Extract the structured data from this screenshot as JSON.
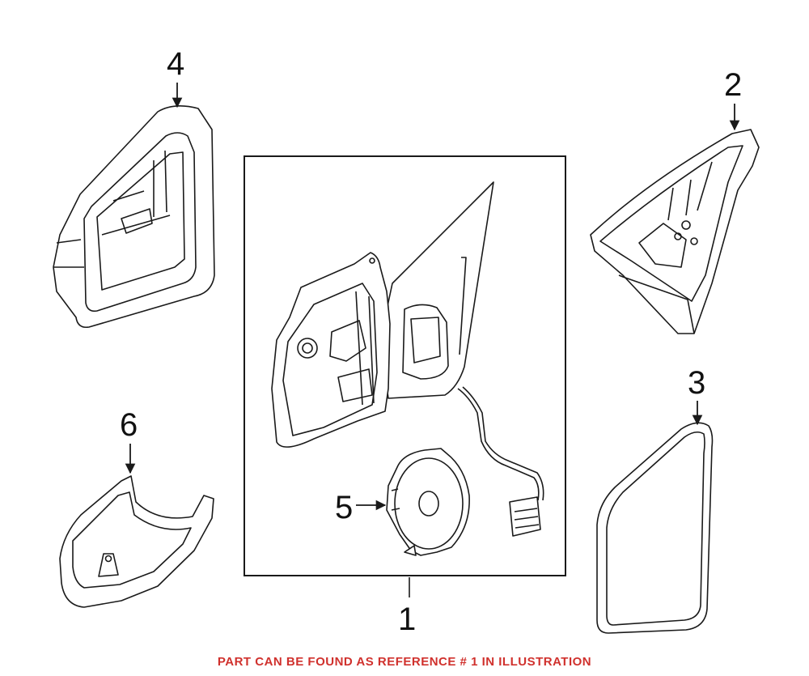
{
  "diagram": {
    "callouts": [
      {
        "id": "1",
        "label": "1",
        "part": "mirror assembly"
      },
      {
        "id": "2",
        "label": "2",
        "part": "mirror base cover"
      },
      {
        "id": "3",
        "label": "3",
        "part": "mirror glass"
      },
      {
        "id": "4",
        "label": "4",
        "part": "mirror housing frame"
      },
      {
        "id": "5",
        "label": "5",
        "part": "mirror actuator motor"
      },
      {
        "id": "6",
        "label": "6",
        "part": "lower mirror cover"
      }
    ],
    "footer_note": "PART CAN BE FOUND AS REFERENCE # 1 IN ILLUSTRATION"
  },
  "colors": {
    "line": "#1a1a1a",
    "fill": "#ffffff",
    "note": "#d0312d"
  }
}
